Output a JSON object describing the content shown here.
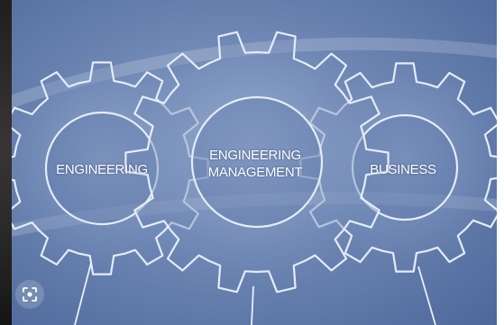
{
  "gears": {
    "left": {
      "label": "ENGINEERING"
    },
    "center": {
      "line1": "ENGINEERING",
      "line2": "MANAGEMENT"
    },
    "right": {
      "label": "BUSINESS"
    }
  },
  "overlay": {
    "lens_icon": "visual-search-icon"
  },
  "colors": {
    "background_light": "#8fa5c9",
    "background_dark": "#4c679a",
    "gear_outline": "#dfe8f5",
    "text": "#ffffff"
  }
}
